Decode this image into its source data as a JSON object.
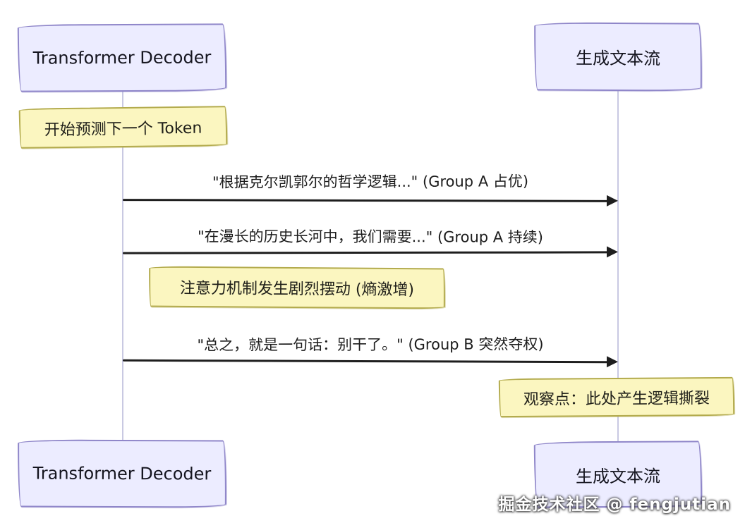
{
  "diagram": {
    "type": "sequence-diagram",
    "actors": {
      "left_top": "Transformer Decoder",
      "right_top": "生成文本流",
      "left_bottom": "Transformer Decoder",
      "right_bottom": "生成文本流"
    },
    "notes": [
      {
        "text": "开始预测下一个 Token",
        "position": "over-left-lifeline"
      },
      {
        "text": "注意力机制发生剧烈摆动 (熵激增)",
        "position": "center-span"
      },
      {
        "text": "观察点：此处产生逻辑撕裂",
        "position": "over-right-lifeline"
      }
    ],
    "messages": [
      {
        "label": "\"根据克尔凯郭尔的哲学逻辑...\" (Group A 占优)",
        "from": "Transformer Decoder",
        "to": "生成文本流"
      },
      {
        "label": "\"在漫长的历史长河中，我们需要...\" (Group A 持续)",
        "from": "Transformer Decoder",
        "to": "生成文本流"
      },
      {
        "label": "\"总之，就是一句话：别干了。\" (Group B 突然夺权)",
        "from": "Transformer Decoder",
        "to": "生成文本流"
      }
    ],
    "watermark": "掘金技术社区 @ fengjutian",
    "colors": {
      "background": "#ffffff",
      "actor_fill": "#ECECFF",
      "actor_border": "#8f86c9",
      "note_fill": "#fbf6c0",
      "note_border": "#b3ab4d",
      "lifeline": "#c9c9e2",
      "arrow": "#1e1e1e"
    }
  }
}
